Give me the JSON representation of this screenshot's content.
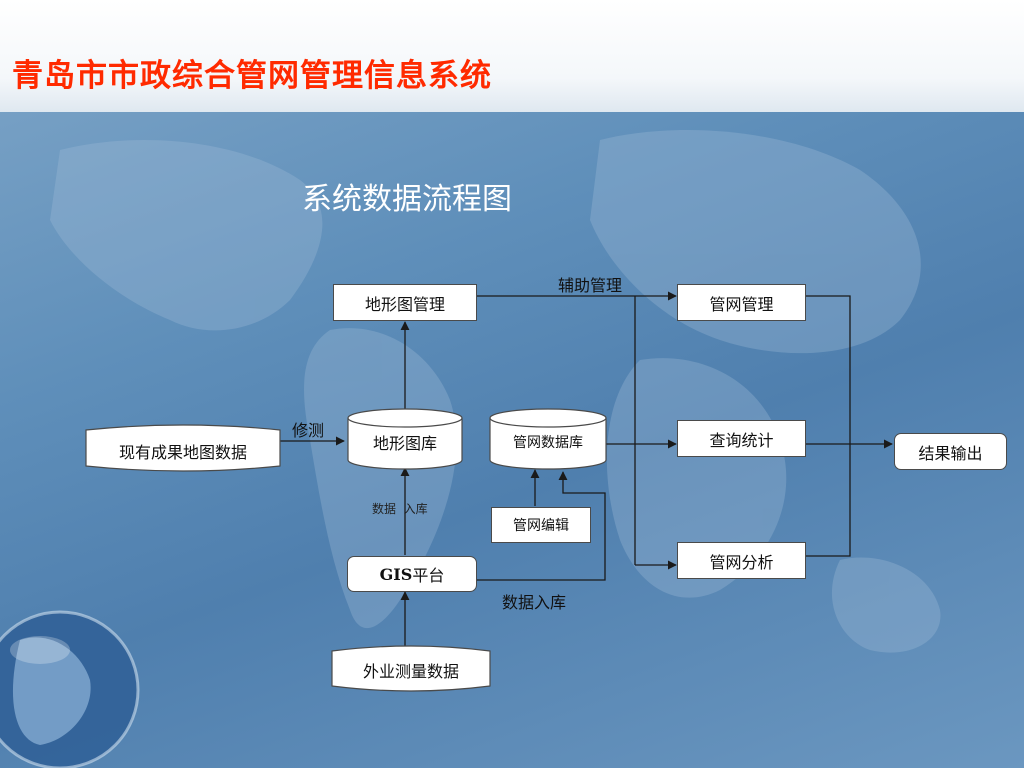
{
  "header": {
    "title": "青岛市市政综合管网管理信息系统"
  },
  "diagram": {
    "title": "系统数据流程图",
    "nodes": {
      "terrain_mgmt": "地形图管理",
      "pipe_mgmt": "管网管理",
      "terrain_db": "地形图库",
      "pipe_db": "管网数据库",
      "query_stats": "查询统计",
      "result_output": "结果输出",
      "existing_map_data": "现有成果地图数据",
      "pipe_edit": "管网编辑",
      "pipe_analysis": "管网分析",
      "gis_platform_gis": "GIS",
      "gis_platform_rest": "平台",
      "field_survey": "外业测量数据"
    },
    "edge_labels": {
      "assist_mgmt": "辅助管理",
      "revise": "修测",
      "data_import_small": "数据  入库",
      "data_import": "数据入库"
    }
  },
  "colors": {
    "title_red": "#ff2a00",
    "background_blue": "#5f8fba",
    "box_fill": "#ffffff",
    "line": "#1a1a1a"
  }
}
